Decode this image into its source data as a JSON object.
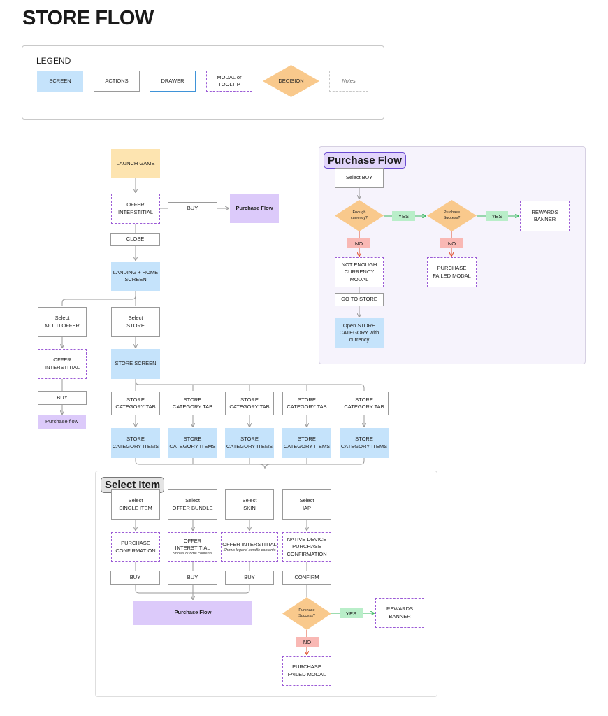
{
  "title": "STORE FLOW",
  "legend": {
    "title": "LEGEND",
    "screen": "SCREEN",
    "actions": "ACTIONS",
    "drawer": "DRAWER",
    "modal": "MODAL or\nTOOLTIP",
    "decision": "DECISION",
    "notes": "Notes"
  },
  "main": {
    "launch_game": "LAUNCH GAME",
    "offer_interstitial": "OFFER\nINTERSTITIAL",
    "buy": "BUY",
    "purchase_flow": "Purchase Flow",
    "close": "CLOSE",
    "landing_home": "LANDING + HOME\nSCREEN",
    "select_motd": "Select\nMOTD OFFER",
    "select_store": "Select\nSTORE",
    "motd_offer_interstitial": "OFFER\nINTERSTITIAL",
    "store_screen": "STORE SCREEN",
    "motd_buy": "BUY",
    "motd_purchase_flow": "Purchase flow",
    "category_tabs": [
      "STORE\nCATEGORY TAB",
      "STORE\nCATEGORY TAB",
      "STORE\nCATEGORY TAB",
      "STORE\nCATEGORY TAB",
      "STORE\nCATEGORY TAB"
    ],
    "category_items": [
      "STORE\nCATEGORY ITEMS",
      "STORE\nCATEGORY ITEMS",
      "STORE\nCATEGORY ITEMS",
      "STORE\nCATEGORY ITEMS",
      "STORE\nCATEGORY ITEMS"
    ]
  },
  "purchase_flow_panel": {
    "title": "Purchase Flow",
    "select_buy": "Select BUY",
    "enough_currency": "Enough\ncurrency?",
    "yes1": "YES",
    "purchase_success": "Purchase\nSuccess?",
    "yes2": "YES",
    "rewards_banner": "REWARDS\nBANNER",
    "no1": "NO",
    "no2": "NO",
    "not_enough": "NOT ENOUGH\nCURRENCY\nMODAL",
    "purchase_failed": "PURCHASE\nFAILED MODAL",
    "go_to_store": "GO TO STORE",
    "open_store": "Open STORE\nCATEGORY with\ncurrency"
  },
  "select_item_panel": {
    "title": "Select Item",
    "select_single": "Select\nSINGLE ITEM",
    "select_bundle": "Select\nOFFER BUNDLE",
    "select_skin": "Select\nSKIN",
    "select_iap": "Select\nIAP",
    "purchase_confirmation": "PURCHASE\nCONFIRMATION",
    "bundle_interstitial": "OFFER\nINTERSTITIAL",
    "bundle_note": "Shows bundle contents",
    "skin_interstitial": "OFFER INTERSTITIAL",
    "skin_note": "Shows legend bundle contents",
    "native_confirmation": "NATIVE DEVICE\nPURCHASE\nCONFIRMATION",
    "buy1": "BUY",
    "buy2": "BUY",
    "buy3": "BUY",
    "confirm": "CONFIRM",
    "purchase_flow": "Purchase Flow",
    "purchase_success": "Purchase\nSuccess?",
    "yes": "YES",
    "rewards_banner": "REWARDS\nBANNER",
    "no": "NO",
    "purchase_failed": "PURCHASE\nFAILED MODAL"
  }
}
